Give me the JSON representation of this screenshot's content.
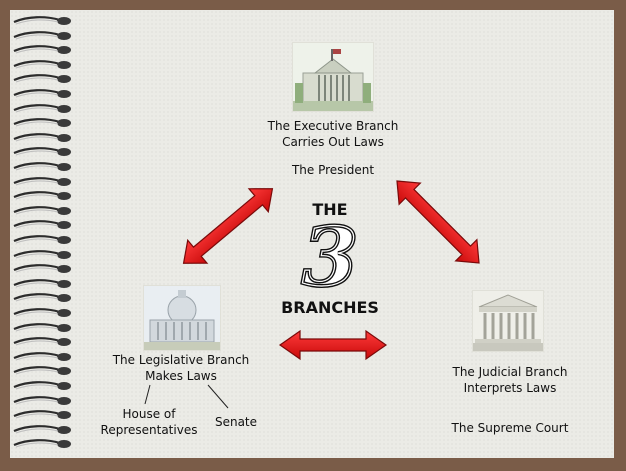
{
  "slide": {
    "title_top": "THE",
    "title_number": "3",
    "title_bottom": "BRANCHES"
  },
  "executive": {
    "name": "The Executive Branch",
    "role": "Carries Out Laws",
    "leader": "The President",
    "icon": "white-house-icon"
  },
  "legislative": {
    "name": "The Legislative Branch",
    "role": "Makes Laws",
    "house": "House of Representatives",
    "house_line1": "House of",
    "house_line2": "Representatives",
    "senate": "Senate",
    "icon": "capitol-building-icon"
  },
  "judicial": {
    "name": "The Judicial Branch",
    "role": "Interprets Laws",
    "court": "The Supreme Court",
    "icon": "supreme-court-icon"
  },
  "colors": {
    "frame": "#7a5c48",
    "paper": "#ebebe6",
    "arrow": "#e8141b",
    "arrow_outline": "#7a0a0a"
  }
}
